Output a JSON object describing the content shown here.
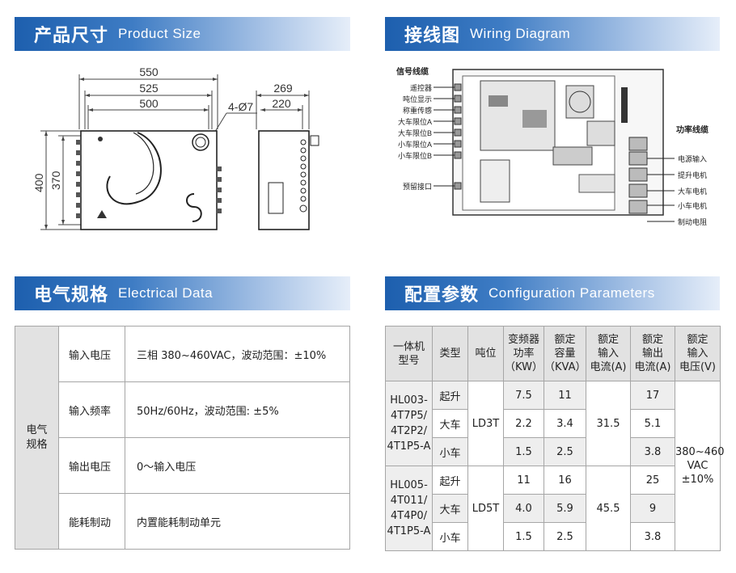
{
  "sections": {
    "size": {
      "title_cn": "产品尺寸",
      "title_en": "Product Size"
    },
    "wiring": {
      "title_cn": "接线图",
      "title_en": "Wiring Diagram"
    },
    "electrical": {
      "title_cn": "电气规格",
      "title_en": "Electrical Data"
    },
    "config": {
      "title_cn": "配置参数",
      "title_en": "Configuration Parameters"
    }
  },
  "dimensions": {
    "w1": "550",
    "w2": "525",
    "w3": "500",
    "holes": "4-Ø7",
    "h1": "400",
    "h2": "370",
    "d1": "269",
    "d2": "220"
  },
  "wiring": {
    "left_group_title": "信号线缆",
    "left_labels": [
      "遥控器",
      "吨位显示",
      "称重传感",
      "大车限位A",
      "大车限位B",
      "小车限位A",
      "小车限位B"
    ],
    "reserve_label": "预留接口",
    "right_group_title": "功率线缆",
    "right_labels": [
      "电源输入",
      "提升电机",
      "大车电机",
      "小车电机",
      "制动电阻"
    ]
  },
  "electrical": {
    "row_head": [
      "电气",
      "规格"
    ],
    "rows": [
      {
        "label": "输入电压",
        "value": "三相 380~460VAC，波动范围：±10%"
      },
      {
        "label": "输入频率",
        "value": "50Hz/60Hz，波动范围: ±5%"
      },
      {
        "label": "输出电压",
        "value": "0～输入电压"
      },
      {
        "label": "能耗制动",
        "value": "内置能耗制动单元"
      }
    ]
  },
  "config": {
    "headers": [
      [
        "一体机",
        "型号"
      ],
      [
        "类型"
      ],
      [
        "吨位"
      ],
      [
        "变频器",
        "功率",
        "（KW）"
      ],
      [
        "额定",
        "容量",
        "（KVA）"
      ],
      [
        "额定",
        "输入",
        "电流(A)"
      ],
      [
        "额定",
        "输出",
        "电流(A)"
      ],
      [
        "额定",
        "输入",
        "电压(V)"
      ]
    ],
    "groups": [
      {
        "model": [
          "HL003-",
          "4T7P5/",
          "4T2P2/",
          "4T1P5-A"
        ],
        "tonnage": "LD3T",
        "input_current": "31.5",
        "rows": [
          {
            "type": "起升",
            "power": "7.5",
            "capacity": "11",
            "out_current": "17"
          },
          {
            "type": "大车",
            "power": "2.2",
            "capacity": "3.4",
            "out_current": "5.1"
          },
          {
            "type": "小车",
            "power": "1.5",
            "capacity": "2.5",
            "out_current": "3.8"
          }
        ]
      },
      {
        "model": [
          "HL005-",
          "4T011/",
          "4T4P0/",
          "4T1P5-A"
        ],
        "tonnage": "LD5T",
        "input_current": "45.5",
        "rows": [
          {
            "type": "起升",
            "power": "11",
            "capacity": "16",
            "out_current": "25"
          },
          {
            "type": "大车",
            "power": "4.0",
            "capacity": "5.9",
            "out_current": "9"
          },
          {
            "type": "小车",
            "power": "1.5",
            "capacity": "2.5",
            "out_current": "3.8"
          }
        ]
      }
    ],
    "input_voltage": [
      "380~460",
      "VAC",
      "±10%"
    ]
  }
}
